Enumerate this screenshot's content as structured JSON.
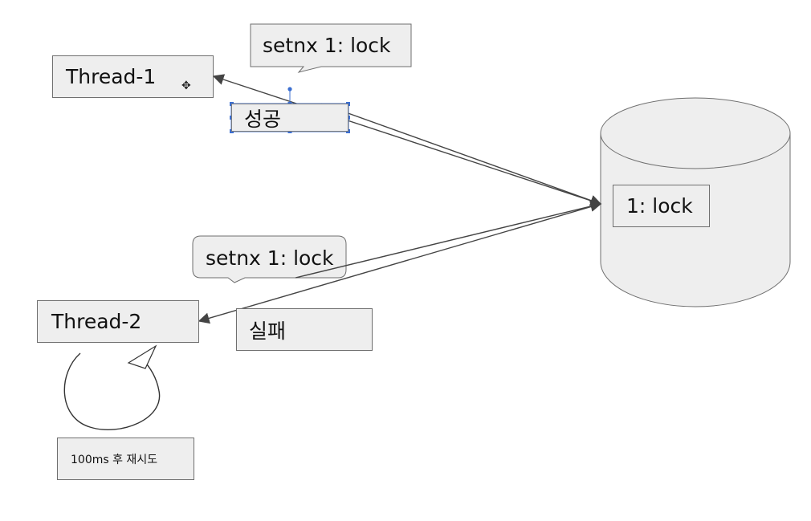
{
  "threads": {
    "thread1_label": "Thread-1",
    "thread2_label": "Thread-2"
  },
  "callouts": {
    "request1_label": "setnx 1: lock",
    "request2_label": "setnx 1: lock"
  },
  "responses": {
    "success_label": "성공",
    "fail_label": "실패"
  },
  "database": {
    "entry_label": "1: lock"
  },
  "retry": {
    "label": "100ms 후 재시도"
  },
  "cursor_icon": "move-cursor-icon",
  "colors": {
    "box_fill": "#eeeeee",
    "box_border": "#6f6f6f",
    "arrow": "#444444",
    "selection": "#3c6fd1"
  }
}
